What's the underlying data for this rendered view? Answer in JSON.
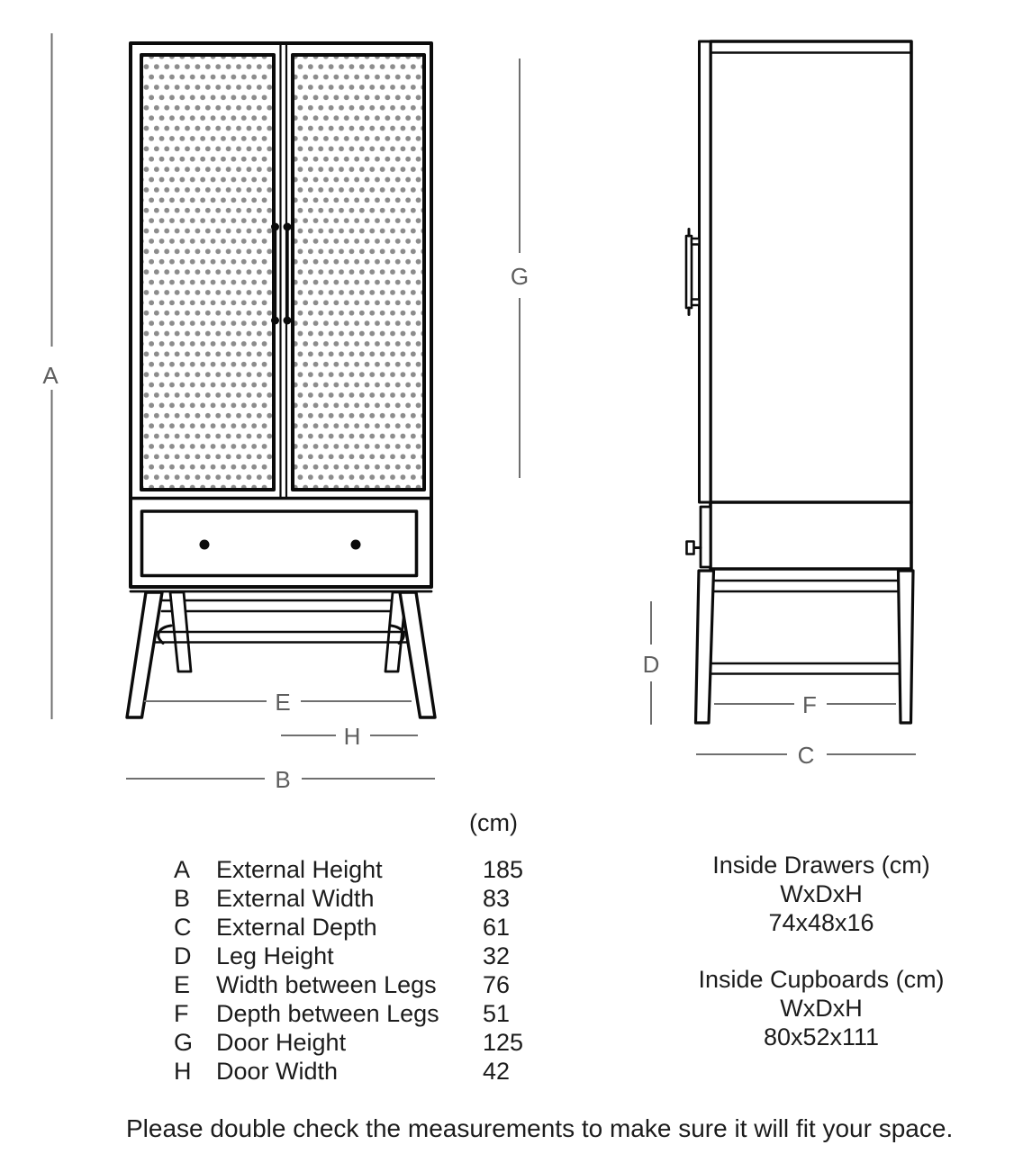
{
  "diagram": {
    "labels": {
      "a": "A",
      "b": "B",
      "c": "C",
      "d": "D",
      "e": "E",
      "f": "F",
      "g": "G",
      "h": "H"
    }
  },
  "table": {
    "unit_header": "(cm)",
    "rows": [
      {
        "key": "A",
        "label": "External Height",
        "value": "185"
      },
      {
        "key": "B",
        "label": "External Width",
        "value": "83"
      },
      {
        "key": "C",
        "label": "External Depth",
        "value": "61"
      },
      {
        "key": "D",
        "label": "Leg Height",
        "value": "32"
      },
      {
        "key": "E",
        "label": "Width between Legs",
        "value": "76"
      },
      {
        "key": "F",
        "label": "Depth between Legs",
        "value": "51"
      },
      {
        "key": "G",
        "label": "Door Height",
        "value": "125"
      },
      {
        "key": "H",
        "label": "Door Width",
        "value": "42"
      }
    ]
  },
  "inside": {
    "drawers": {
      "title": "Inside Drawers (cm)",
      "dims": "WxDxH",
      "value": "74x48x16"
    },
    "cupboards": {
      "title": "Inside Cupboards (cm)",
      "dims": "WxDxH",
      "value": "80x52x111"
    }
  },
  "note": "Please double check the measurements to make sure it will fit your space.",
  "colors": {
    "outline": "#0b0b0b",
    "dimension_line": "#6f6f6f",
    "dimension_label": "#5e5e5e",
    "cane_dot": "#8c8c8c",
    "text": "#1c1c1c",
    "background": "#ffffff"
  }
}
